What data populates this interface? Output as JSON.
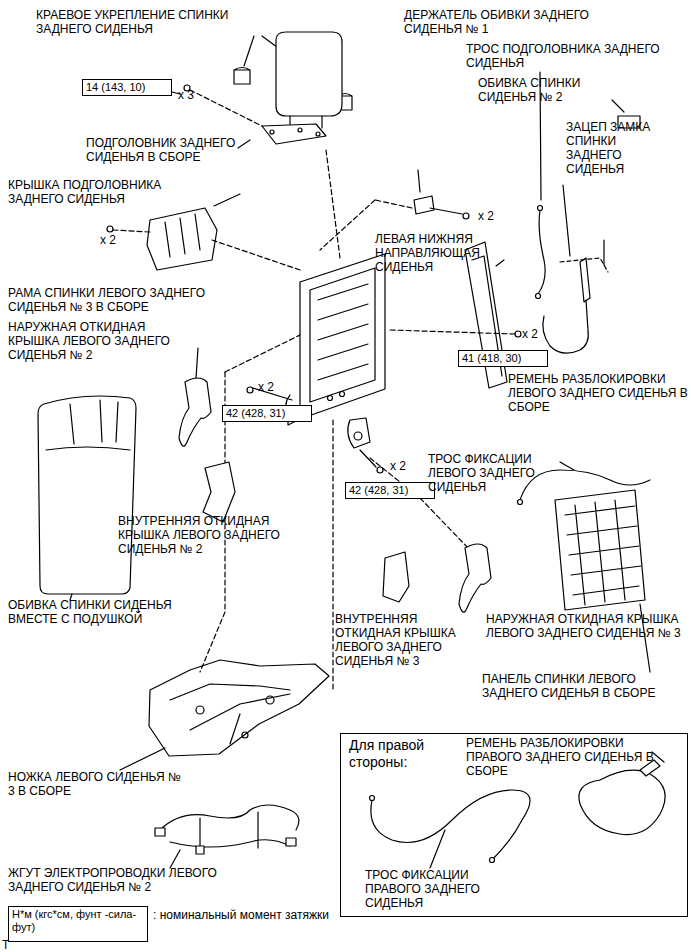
{
  "diagram": {
    "nodes": [
      {
        "text": [
          "14 (143, 10)"
        ]
      },
      {
        "text": [
          "41 (418, 30)"
        ]
      },
      {
        "text": [
          "42 (428, 31)"
        ]
      },
      {
        "text": [
          "42 (428, 31)"
        ]
      },
      {
        "text": [
          "Для правой стороны:"
        ]
      },
      {
        "text": [
          "Н*м (кгс*см, фунт -сила-фут)"
        ]
      }
    ],
    "edges": [],
    "labels": [
      "КРАЕВОЕ УКРЕПЛЕНИЕ СПИНКИ ЗАДНЕГО СИДЕНЬЯ",
      "ДЕРЖАТЕЛЬ ОБИВКИ ЗАДНЕГО СИДЕНЬЯ № 1",
      "ТРОС ПОДГОЛОВНИКА ЗАДНЕГО СИДЕНЬЯ",
      "ОБИВКА СПИНКИ СИДЕНЬЯ № 2",
      "x 3",
      "ЗАЦЕП ЗАМКА СПИНКИ ЗАДНЕГО СИДЕНЬЯ",
      "ПОДГОЛОВНИК ЗАДНЕГО СИДЕНЬЯ В СБОРЕ",
      "КРЫШКА ПОДГОЛОВНИКА ЗАДНЕГО СИДЕНЬЯ",
      "x 2",
      "ЛЕВАЯ НИЖНЯЯ НАПРАВЛЯЮЩАЯ СИДЕНЬЯ",
      "x 2",
      "РАМА СПИНКИ ЛЕВОГО ЗАДНЕГО СИДЕНЬЯ № 3 В СБОРЕ",
      "НАРУЖНАЯ ОТКИДНАЯ КРЫШКА ЛЕВОГО ЗАДНЕГО СИДЕНЬЯ № 2",
      "x 2",
      "РЕМЕНЬ РАЗБЛОКИРОВКИ ЛЕВОГО ЗАДНЕГО СИДЕНЬЯ В СБОРЕ",
      "x 2",
      "ТРОС ФИКСАЦИИ ЛЕВОГО ЗАДНЕГО СИДЕНЬЯ",
      "x 2",
      "ВНУТРЕННЯЯ ОТКИДНАЯ КРЫШКА ЛЕВОГО ЗАДНЕГО СИДЕНЬЯ № 2",
      "ОБИВКА СПИНКИ СИДЕНЬЯ ВМЕСТЕ С ПОДУШКОЙ",
      "ВНУТРЕННЯЯ ОТКИДНАЯ КРЫШКА ЛЕВОГО ЗАДНЕГО СИДЕНЬЯ № 3",
      "НАРУЖНАЯ ОТКИДНАЯ КРЫШКА ЛЕВОГО ЗАДНЕГО СИДЕНЬЯ № 3",
      "ПАНЕЛЬ СПИНКИ ЛЕВОГО ЗАДНЕГО СИДЕНЬЯ В СБОРЕ",
      "НОЖКА ЛЕВОГО СИДЕНЬЯ № 3 В СБОРЕ",
      "РЕМЕНЬ РАЗБЛОКИРОВКИ ПРАВОГО ЗАДНЕГО СИДЕНЬЯ В СБОРЕ",
      "ТРОС ФИКСАЦИИ ПРАВОГО ЗАДНЕГО СИДЕНЬЯ",
      "ЖГУТ ЭЛЕКТРОПРОВОДКИ ЛЕВОГО ЗАДНЕГО СИДЕНЬЯ № 2",
      "T"
    ],
    "legend": [
      {
        "text": ": номинальный момент затяжки"
      }
    ]
  }
}
